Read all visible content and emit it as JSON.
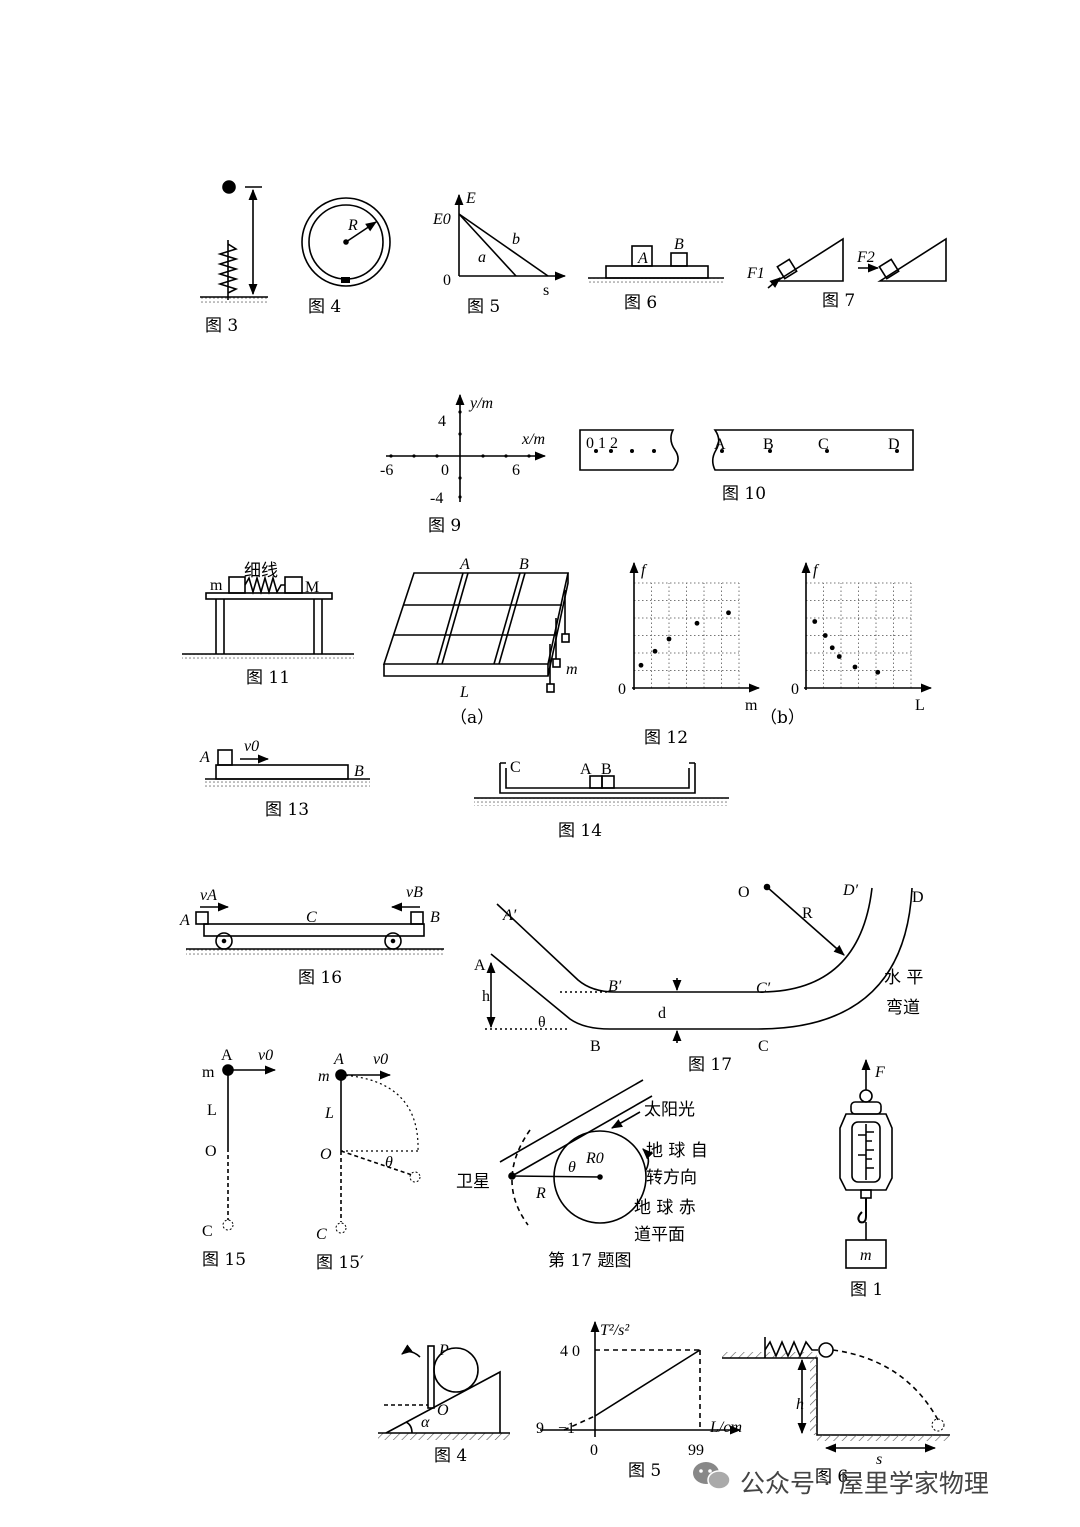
{
  "captions": {
    "fig3": "图 3",
    "fig4": "图 4",
    "fig5": "图 5",
    "fig6": "图 6",
    "fig7": "图 7",
    "fig9": "图 9",
    "fig10": "图 10",
    "fig11": "图 11",
    "fig12": "图 12",
    "fig12a": "（a）",
    "fig12b": "（b）",
    "fig13": "图 13",
    "fig14": "图 14",
    "fig16": "图 16",
    "fig17": "图 17",
    "fig15": "图 15",
    "fig15p": "图 15′",
    "q17": "第 17 题图",
    "fig1": "图 1",
    "fig4b": "图 4",
    "fig5b": "图 5",
    "fig6b": "图 6"
  },
  "labels": {
    "R": "R",
    "E": "E",
    "E0": "E0",
    "zero": "0",
    "a": "a",
    "b": "b",
    "s": "s",
    "A": "A",
    "B": "B",
    "C": "C",
    "D": "D",
    "F1": "F1",
    "F2": "F2",
    "ym": "y/m",
    "xm": "x/m",
    "n4": "4",
    "nneg4": "-4",
    "n6": "6",
    "nneg6": "-6",
    "tape_left": "0 1 2",
    "thread": "细线",
    "m": "m",
    "M": "M",
    "L": "L",
    "f": "f",
    "v0": "v0",
    "vA": "vA",
    "vB": "vB",
    "Ap": "A′",
    "Bp": "B′",
    "Cp": "C′",
    "Dp": "D′",
    "O": "O",
    "h": "h",
    "d": "d",
    "theta": "θ",
    "turn1": "水 平",
    "turn2": "弯道",
    "sunlight": "太阳光",
    "rot1": "地 球 自",
    "rot2": "转方向",
    "eq1": "地 球 赤",
    "eq2": "道平面",
    "satellite": "卫星",
    "R0": "R0",
    "Rs": "R",
    "F": "F",
    "P": "P",
    "alpha": "α",
    "T2": "T²/s²",
    "Lcm": "L/cm",
    "t40": "4 0",
    "tneg1": "−1",
    "t9": "9",
    "t99": "99"
  },
  "chart12a": {
    "type": "scatter",
    "points": [
      [
        0.4,
        1.3
      ],
      [
        1.2,
        2.1
      ],
      [
        2.0,
        2.8
      ],
      [
        3.6,
        3.7
      ],
      [
        5.4,
        4.3
      ]
    ],
    "xlabel": "m",
    "ylabel": "f"
  },
  "chart12b": {
    "type": "scatter",
    "points": [
      [
        0.5,
        3.8
      ],
      [
        1.1,
        3.0
      ],
      [
        1.5,
        2.3
      ],
      [
        1.9,
        1.8
      ],
      [
        2.8,
        1.2
      ],
      [
        4.1,
        0.9
      ]
    ],
    "xlabel": "L",
    "ylabel": "f"
  },
  "watermark": "公众号 · 屋里学家物理"
}
